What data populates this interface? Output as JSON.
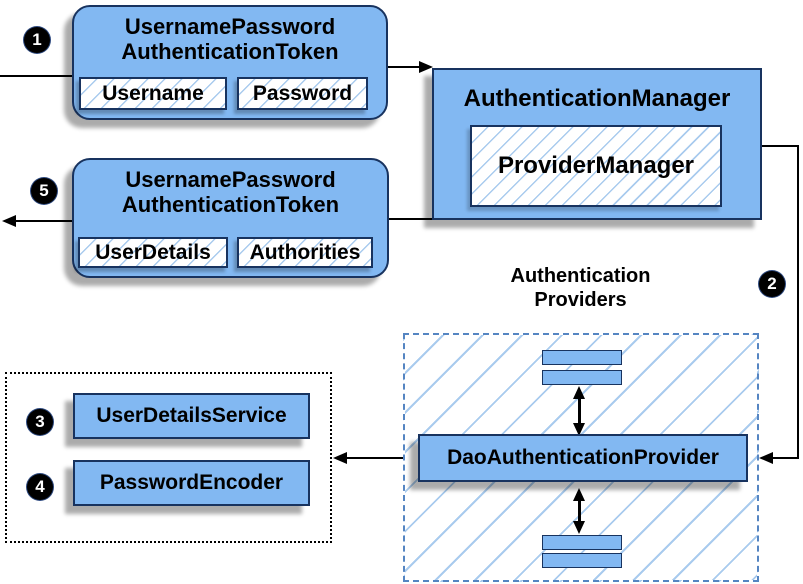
{
  "steps": {
    "s1": "1",
    "s2": "2",
    "s3": "3",
    "s4": "4",
    "s5": "5"
  },
  "request_token": {
    "title_line1": "UsernamePassword",
    "title_line2": "AuthenticationToken",
    "fields": {
      "f1": "Username",
      "f2": "Password"
    }
  },
  "auth_manager": {
    "title": "AuthenticationManager",
    "inner": "ProviderManager"
  },
  "response_token": {
    "title_line1": "UsernamePassword",
    "title_line2": "AuthenticationToken",
    "fields": {
      "f1": "UserDetails",
      "f2": "Authorities"
    }
  },
  "providers": {
    "label_line1": "Authentication",
    "label_line2": "Providers",
    "dao": "DaoAuthenticationProvider"
  },
  "beans": {
    "user_details_service": "UserDetailsService",
    "password_encoder": "PasswordEncoder"
  },
  "colors": {
    "node_fill": "#82B8F2",
    "node_border": "#18335F",
    "hatch_line": "#A9CBEE",
    "providers_dashed_border": "#5585C2",
    "connector": "#000000",
    "badge_bg": "#000000",
    "badge_text": "#FFFFFF"
  }
}
